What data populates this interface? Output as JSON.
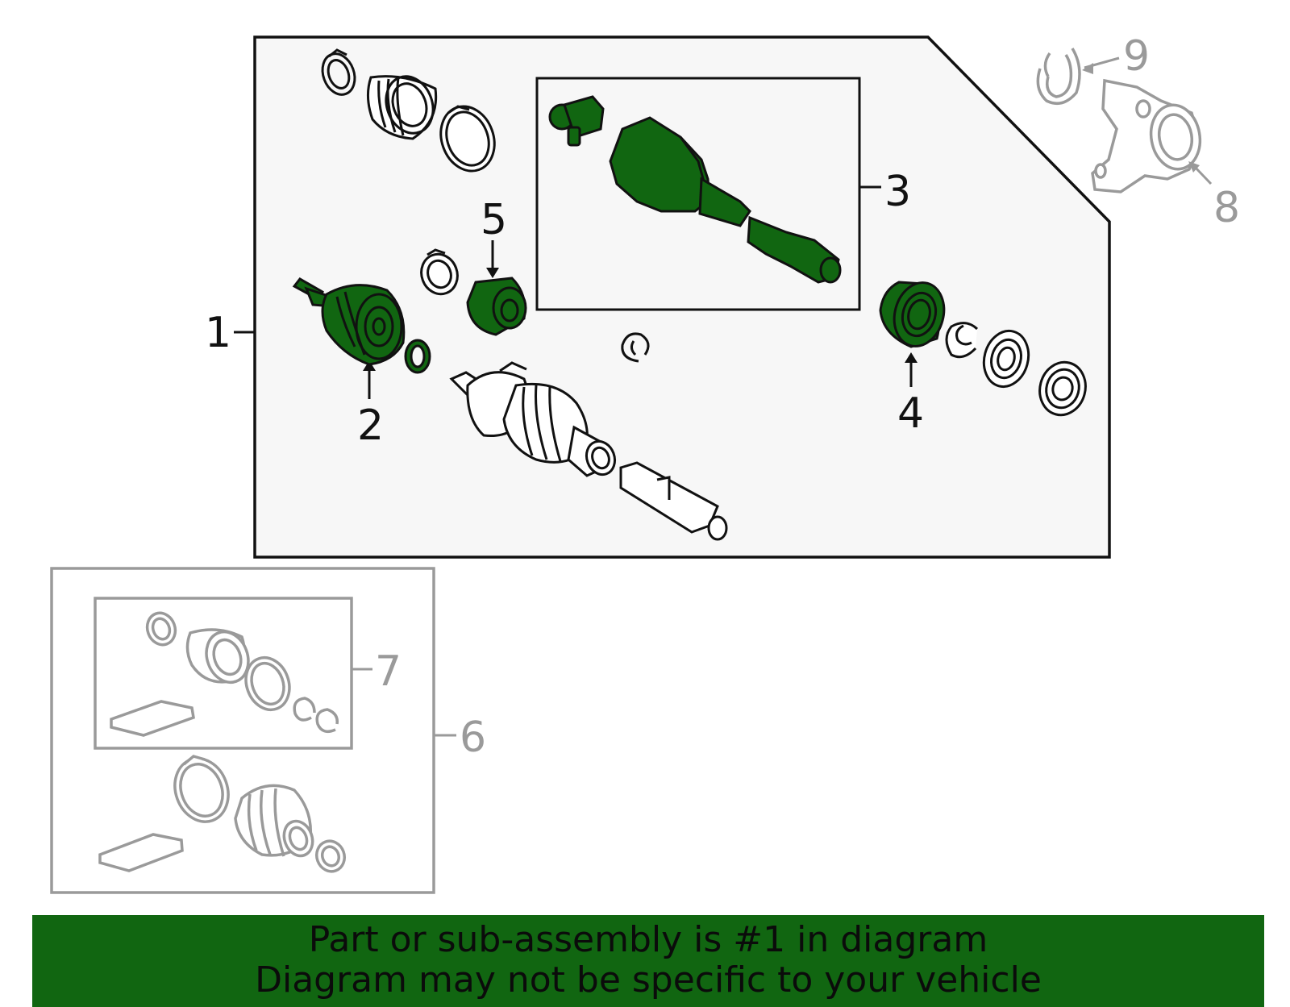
{
  "callouts": {
    "c1": "1",
    "c2": "2",
    "c3": "3",
    "c4": "4",
    "c5": "5",
    "c6": "6",
    "c7": "7",
    "c8": "8",
    "c9": "9"
  },
  "banner": {
    "line1": "Part or sub-assembly is #1 in diagram",
    "line2": "Diagram may not be specific to your vehicle"
  },
  "colors": {
    "highlight": "#116611",
    "line_dark": "#111111",
    "line_gray": "#9a9a9a",
    "panel": "#f7f7f7"
  }
}
